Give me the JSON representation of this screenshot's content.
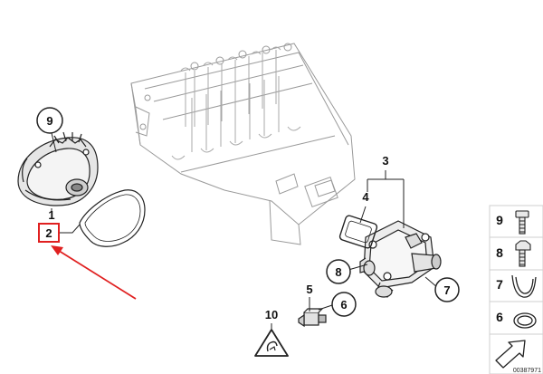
{
  "diagram": {
    "callouts": {
      "c1": "1",
      "c2": "2",
      "c3": "3",
      "c4": "4",
      "c5": "5",
      "c6": "6",
      "c7": "7",
      "c8": "8",
      "c9": "9",
      "c10": "10"
    },
    "sidebar": {
      "s9": "9",
      "s8": "8",
      "s7": "7",
      "s6": "6"
    },
    "caption": "00387971",
    "colors": {
      "highlight": "#e02020",
      "line": "#222222",
      "engine": "#9a9a9a"
    }
  }
}
